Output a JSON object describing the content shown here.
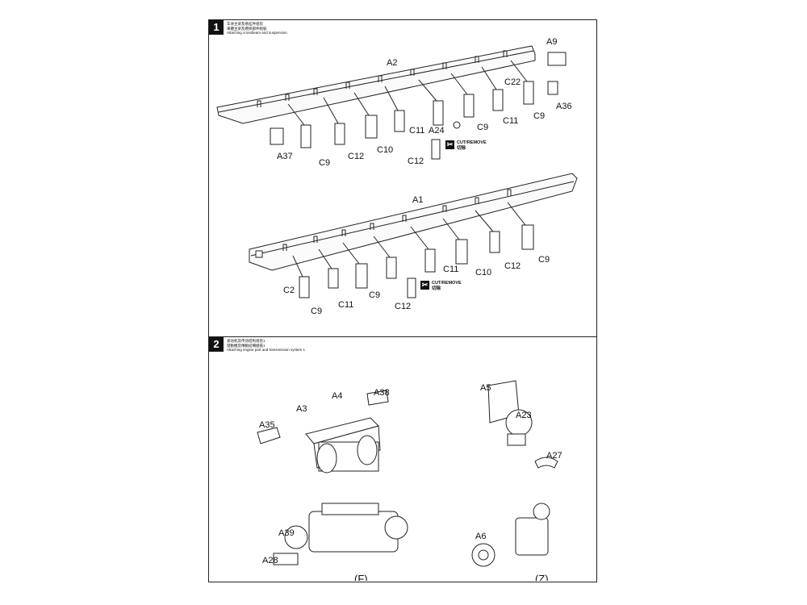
{
  "steps": [
    {
      "number": "1",
      "subtitle_cn_1": "车体主梁及悬挂件组装",
      "subtitle_cn_2": "車體主梁及懸掛部件組裝",
      "subtitle_en": "Attaching crossbeam and suspension",
      "cut": {
        "en": "CUT/REMOVE",
        "cn": "切除"
      },
      "upper_beam": {
        "labels": [
          "A2",
          "A9",
          "C22",
          "A36",
          "C9",
          "C11",
          "C9",
          "A24",
          "C11",
          "C10",
          "C12",
          "C9",
          "A37",
          "C12"
        ]
      },
      "lower_beam": {
        "labels": [
          "A1",
          "C9",
          "C12",
          "C10",
          "C11",
          "C2",
          "C9",
          "C11",
          "C9",
          "C12"
        ]
      }
    },
    {
      "number": "2",
      "subtitle_cn_1": "发动机及传动结构组装1",
      "subtitle_cn_2": "發動機及傳動結構組裝1",
      "subtitle_en": "Attaching engine part and transmission system 1",
      "group_a_labels": [
        "A4",
        "A38",
        "A3",
        "A35"
      ],
      "group_b_labels": [
        "A5",
        "A23",
        "A27"
      ],
      "group_f_labels": [
        "A39",
        "A28",
        "(F)"
      ],
      "group_z_labels": [
        "A6",
        "(Z)"
      ]
    }
  ]
}
